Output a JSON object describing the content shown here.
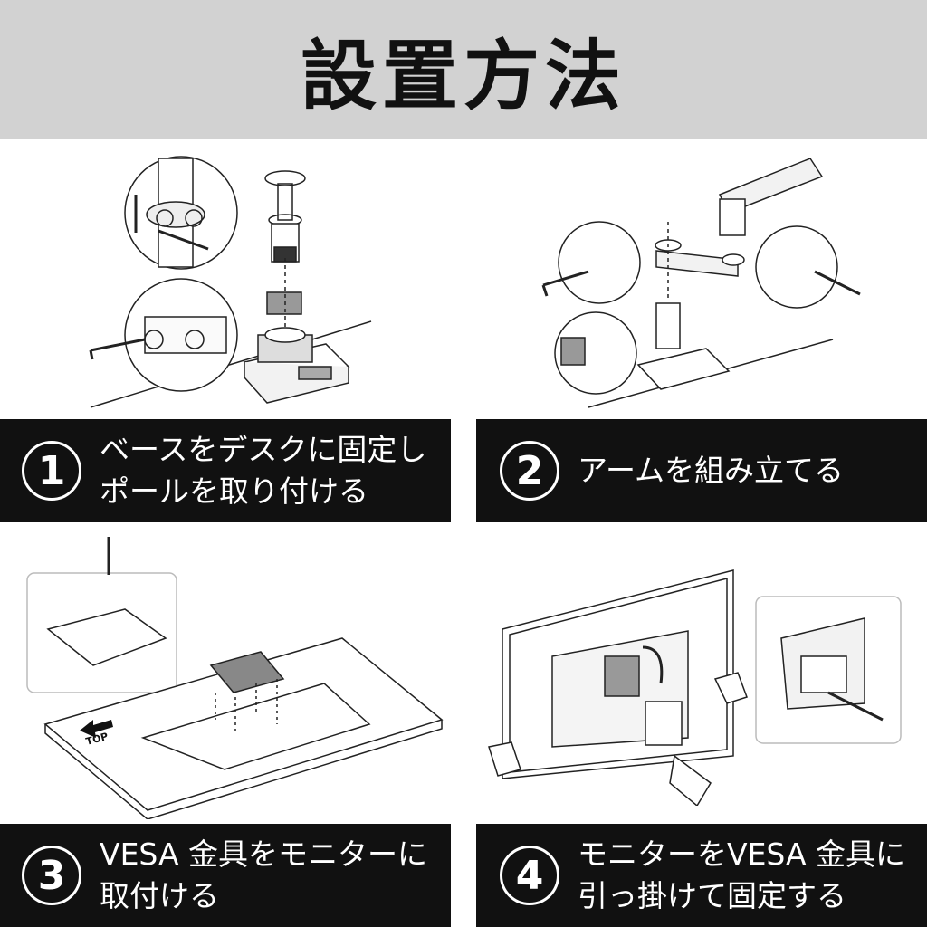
{
  "header": {
    "title": "設置方法"
  },
  "steps": [
    {
      "number": "1",
      "lines": [
        "ベースをデスクに固定し",
        "ポールを取り付ける"
      ]
    },
    {
      "number": "2",
      "lines": [
        "アームを組み立てる"
      ]
    },
    {
      "number": "3",
      "lines": [
        "VESA 金具をモニターに",
        "取付ける"
      ]
    },
    {
      "number": "4",
      "lines": [
        "モニターをVESA 金具に",
        "引っ掛けて固定する"
      ]
    }
  ],
  "illustrations": {
    "step3_label": "TOP"
  },
  "colors": {
    "header_bg": "#d2d2d2",
    "step_bg": "#111111",
    "line": "#222222"
  }
}
